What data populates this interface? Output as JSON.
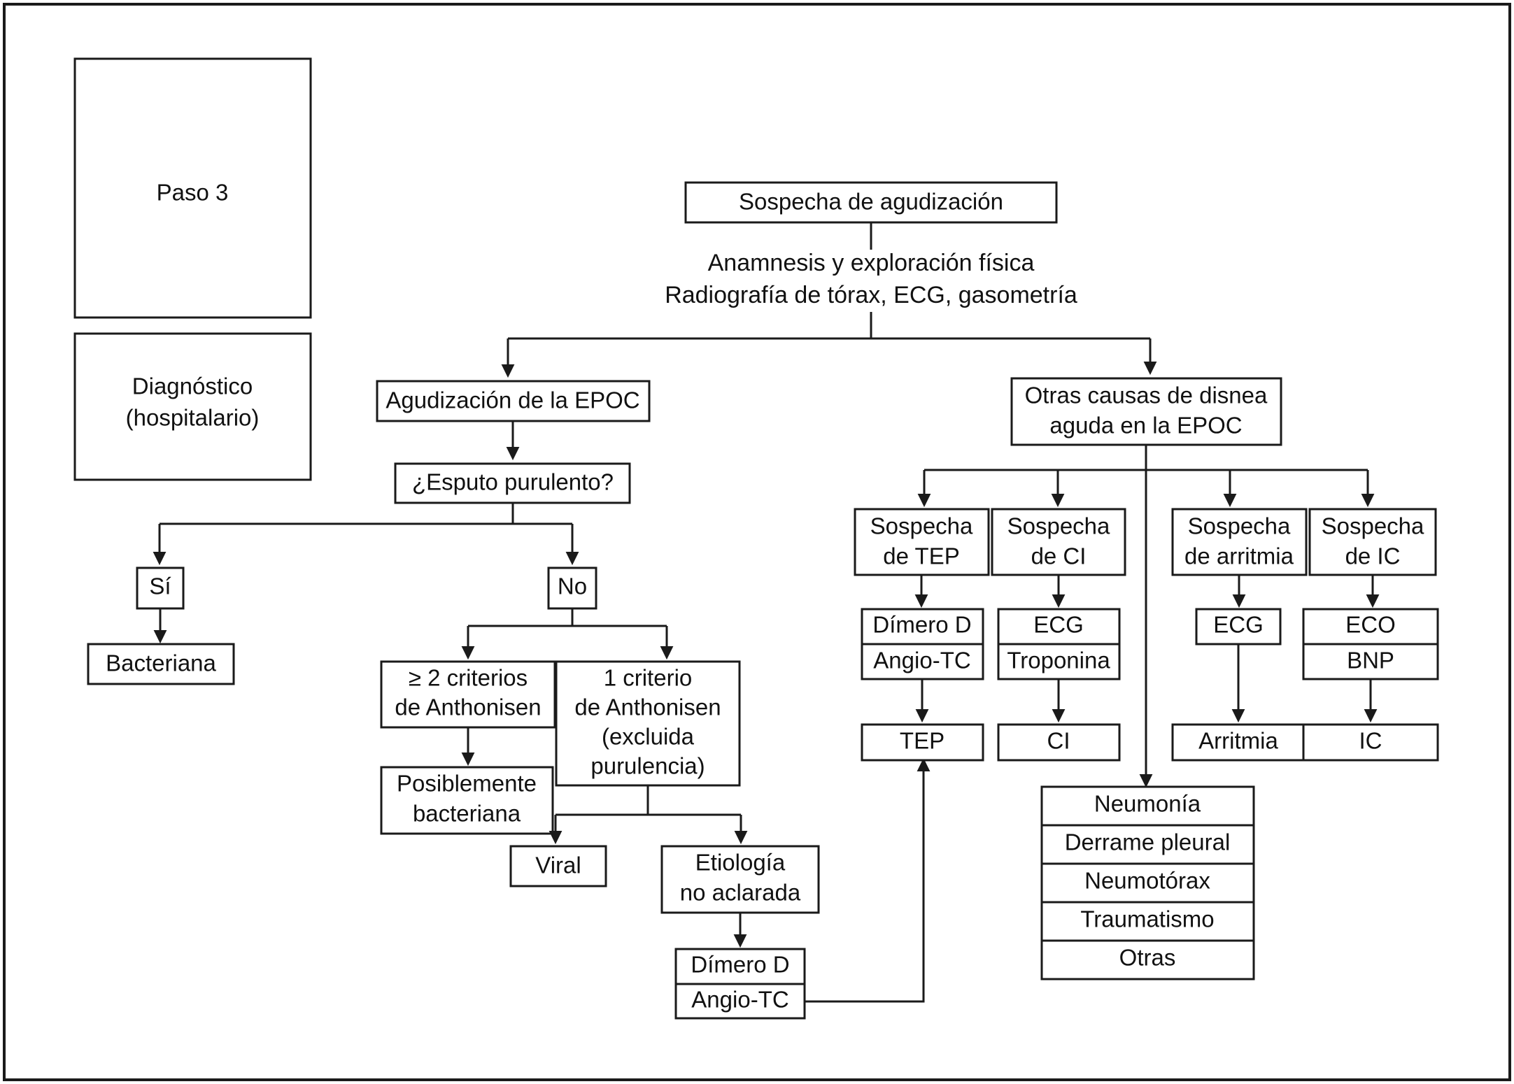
{
  "diagram": {
    "title_stage": "Paso 3",
    "title_level": "Diagnóstico\n(hospitalario)",
    "level_line1": "Diagnóstico",
    "level_line2": "(hospitalario)",
    "root": "Sospecha de agudización",
    "workup_line1": "Anamnesis y exploración física",
    "workup_line2": "Radiografía de tórax, ECG, gasometría",
    "branch_left": "Agudización de la EPOC",
    "question_sputum": "¿Esputo purulento?",
    "answer_yes": "Sí",
    "answer_no": "No",
    "result_bacterial": "Bacteriana",
    "anthonisen_ge2_line1": "≥ 2 criterios",
    "anthonisen_ge2_line2": "de Anthonisen",
    "anthonisen_1_line1": "1 criterio",
    "anthonisen_1_line2": "de Anthonisen",
    "anthonisen_1_line3": "(excluida",
    "anthonisen_1_line4": "purulencia)",
    "result_possibly_bacterial_line1": "Posiblemente",
    "result_possibly_bacterial_line2": "bacteriana",
    "result_viral": "Viral",
    "result_unclear_line1": "Etiología",
    "result_unclear_line2": "no aclarada",
    "test_dimer_left": "Dímero D",
    "test_angio_left": "Angio-TC",
    "branch_right_line1": "Otras causas de disnea",
    "branch_right_line2": "aguda en la EPOC",
    "suspicion": [
      {
        "line1": "Sospecha",
        "line2": "de TEP"
      },
      {
        "line1": "Sospecha",
        "line2": "de CI"
      },
      {
        "line1": "Sospecha",
        "line2": "de arritmia"
      },
      {
        "line1": "Sospecha",
        "line2": "de IC"
      }
    ],
    "tests": {
      "tep": [
        "Dímero D",
        "Angio-TC"
      ],
      "ci": [
        "ECG",
        "Troponina"
      ],
      "arritmia": [
        "ECG"
      ],
      "ic": [
        "ECO",
        "BNP"
      ]
    },
    "outcomes": {
      "tep": "TEP",
      "ci": "CI",
      "arritmia": "Arritmia",
      "ic": "IC"
    },
    "other_causes_list": [
      "Neumonía",
      "Derrame pleural",
      "Neumotórax",
      "Traumatismo",
      "Otras"
    ]
  },
  "colors": {
    "stroke": "#1a1a1a",
    "background": "#ffffff",
    "text": "#111111"
  }
}
